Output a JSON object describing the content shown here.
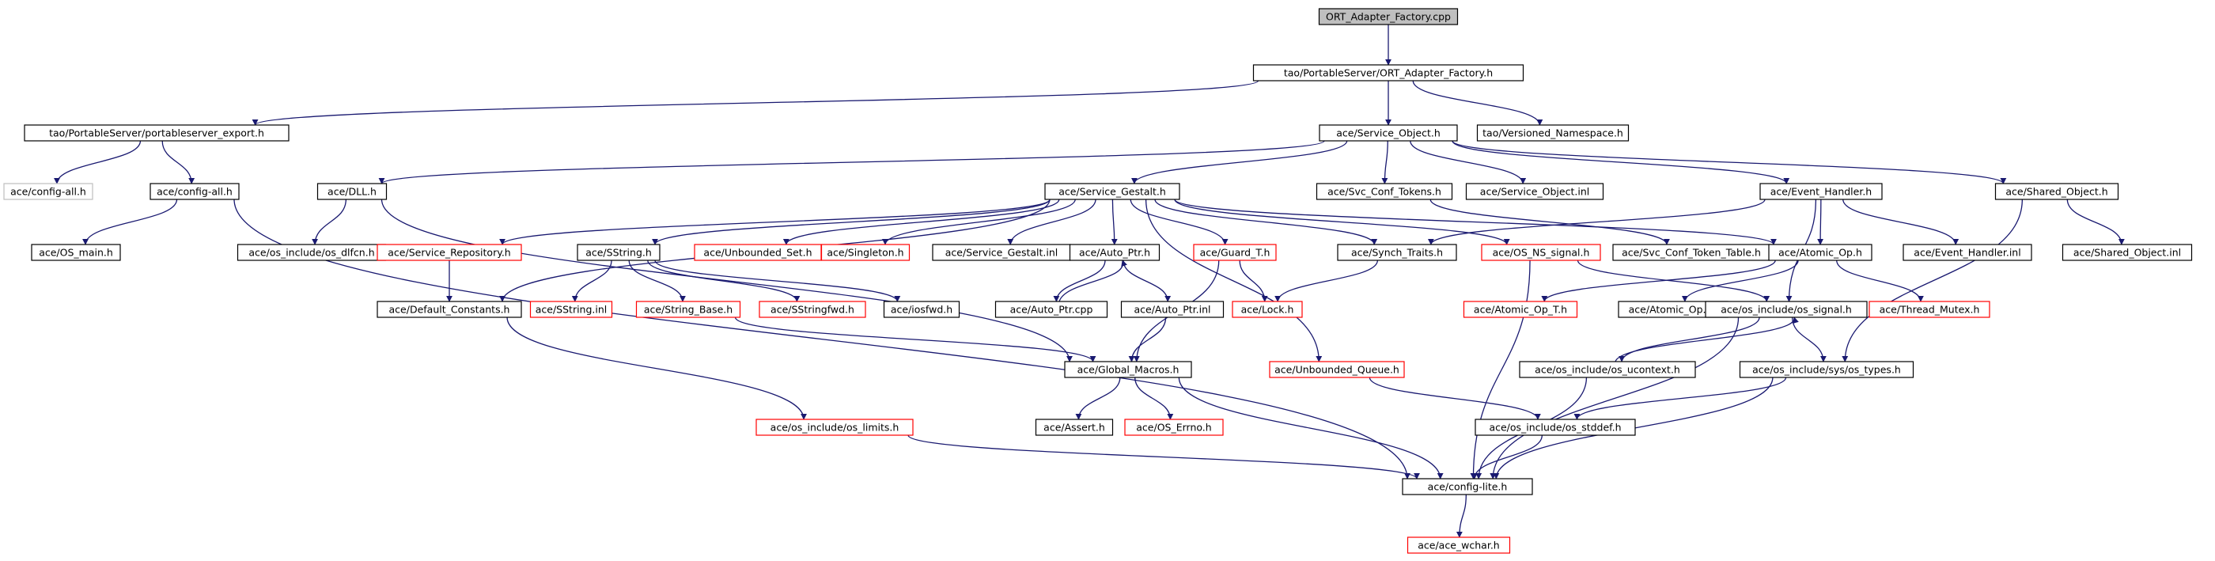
{
  "graph": {
    "nodes": [
      {
        "id": "root",
        "label": "ORT_Adapter_Factory.cpp",
        "style": "root"
      },
      {
        "id": "ortafh",
        "label": "tao/PortableServer/ORT_Adapter_Factory.h",
        "style": "normal"
      },
      {
        "id": "psexp",
        "label": "tao/PortableServer/portableserver_export.h",
        "style": "normal"
      },
      {
        "id": "tvns",
        "label": "tao/Versioned_Namespace.h",
        "style": "normal"
      },
      {
        "id": "svcobj",
        "label": "ace/Service_Object.h",
        "style": "normal"
      },
      {
        "id": "cfgall1",
        "label": "ace/config-all.h",
        "style": "missing"
      },
      {
        "id": "cfgall2",
        "label": "ace/config-all.h",
        "style": "normal"
      },
      {
        "id": "dll",
        "label": "ace/DLL.h",
        "style": "normal"
      },
      {
        "id": "svcgestalt",
        "label": "ace/Service_Gestalt.h",
        "style": "normal"
      },
      {
        "id": "svcconftok",
        "label": "ace/Svc_Conf_Tokens.h",
        "style": "normal"
      },
      {
        "id": "svcobjinl",
        "label": "ace/Service_Object.inl",
        "style": "normal"
      },
      {
        "id": "evh",
        "label": "ace/Event_Handler.h",
        "style": "normal"
      },
      {
        "id": "sharedobj",
        "label": "ace/Shared_Object.h",
        "style": "normal"
      },
      {
        "id": "osmain",
        "label": "ace/OS_main.h",
        "style": "normal"
      },
      {
        "id": "osdlfcn",
        "label": "ace/os_include/os_dlfcn.h",
        "style": "normal"
      },
      {
        "id": "svcrepo",
        "label": "ace/Service_Repository.h",
        "style": "truncated"
      },
      {
        "id": "sstring",
        "label": "ace/SString.h",
        "style": "normal"
      },
      {
        "id": "unbset",
        "label": "ace/Unbounded_Set.h",
        "style": "truncated"
      },
      {
        "id": "singleton",
        "label": "ace/Singleton.h",
        "style": "truncated"
      },
      {
        "id": "sginl",
        "label": "ace/Service_Gestalt.inl",
        "style": "normal"
      },
      {
        "id": "autoptr",
        "label": "ace/Auto_Ptr.h",
        "style": "normal"
      },
      {
        "id": "guardt",
        "label": "ace/Guard_T.h",
        "style": "truncated"
      },
      {
        "id": "synchtraits",
        "label": "ace/Synch_Traits.h",
        "style": "normal"
      },
      {
        "id": "osnssig",
        "label": "ace/OS_NS_signal.h",
        "style": "truncated"
      },
      {
        "id": "svcconftoktab",
        "label": "ace/Svc_Conf_Token_Table.h",
        "style": "normal"
      },
      {
        "id": "atomicop",
        "label": "ace/Atomic_Op.h",
        "style": "normal"
      },
      {
        "id": "evhinl",
        "label": "ace/Event_Handler.inl",
        "style": "normal"
      },
      {
        "id": "sharedobjinl",
        "label": "ace/Shared_Object.inl",
        "style": "normal"
      },
      {
        "id": "defconst",
        "label": "ace/Default_Constants.h",
        "style": "normal"
      },
      {
        "id": "sstringinl",
        "label": "ace/SString.inl",
        "style": "truncated"
      },
      {
        "id": "stringbase",
        "label": "ace/String_Base.h",
        "style": "truncated"
      },
      {
        "id": "sstringfwd",
        "label": "ace/SStringfwd.h",
        "style": "truncated"
      },
      {
        "id": "iosfwd",
        "label": "ace/iosfwd.h",
        "style": "normal"
      },
      {
        "id": "autoptrcpp",
        "label": "ace/Auto_Ptr.cpp",
        "style": "normal"
      },
      {
        "id": "autoptrinl",
        "label": "ace/Auto_Ptr.inl",
        "style": "normal"
      },
      {
        "id": "lock",
        "label": "ace/Lock.h",
        "style": "truncated"
      },
      {
        "id": "atomicopt",
        "label": "ace/Atomic_Op_T.h",
        "style": "truncated"
      },
      {
        "id": "atomicopinl",
        "label": "ace/Atomic_Op.inl",
        "style": "normal"
      },
      {
        "id": "ossignal",
        "label": "ace/os_include/os_signal.h",
        "style": "normal"
      },
      {
        "id": "thrmutex",
        "label": "ace/Thread_Mutex.h",
        "style": "truncated"
      },
      {
        "id": "globalmacros",
        "label": "ace/Global_Macros.h",
        "style": "normal"
      },
      {
        "id": "unbqueue",
        "label": "ace/Unbounded_Queue.h",
        "style": "truncated"
      },
      {
        "id": "osucontext",
        "label": "ace/os_include/os_ucontext.h",
        "style": "normal"
      },
      {
        "id": "ossystypes",
        "label": "ace/os_include/sys/os_types.h",
        "style": "normal"
      },
      {
        "id": "oslimits",
        "label": "ace/os_include/os_limits.h",
        "style": "truncated"
      },
      {
        "id": "assert",
        "label": "ace/Assert.h",
        "style": "normal"
      },
      {
        "id": "oserrno",
        "label": "ace/OS_Errno.h",
        "style": "truncated"
      },
      {
        "id": "osstddef",
        "label": "ace/os_include/os_stddef.h",
        "style": "normal"
      },
      {
        "id": "cfglite",
        "label": "ace/config-lite.h",
        "style": "normal"
      },
      {
        "id": "acewchar",
        "label": "ace/ace_wchar.h",
        "style": "truncated"
      }
    ],
    "edges": [
      [
        "root",
        "ortafh"
      ],
      [
        "ortafh",
        "psexp"
      ],
      [
        "ortafh",
        "svcobj"
      ],
      [
        "ortafh",
        "tvns"
      ],
      [
        "psexp",
        "cfgall1"
      ],
      [
        "psexp",
        "cfgall2"
      ],
      [
        "cfgall2",
        "osmain"
      ],
      [
        "cfgall2",
        "cfglite"
      ],
      [
        "svcobj",
        "dll"
      ],
      [
        "svcobj",
        "svcgestalt"
      ],
      [
        "svcobj",
        "svcconftok"
      ],
      [
        "svcobj",
        "svcobjinl"
      ],
      [
        "svcobj",
        "evh"
      ],
      [
        "svcobj",
        "sharedobj"
      ],
      [
        "dll",
        "osdlfcn"
      ],
      [
        "dll",
        "globalmacros"
      ],
      [
        "svcgestalt",
        "svcrepo"
      ],
      [
        "svcgestalt",
        "sstring"
      ],
      [
        "svcgestalt",
        "unbset"
      ],
      [
        "svcgestalt",
        "singleton"
      ],
      [
        "svcgestalt",
        "sginl"
      ],
      [
        "svcgestalt",
        "autoptr"
      ],
      [
        "svcgestalt",
        "guardt"
      ],
      [
        "svcgestalt",
        "synchtraits"
      ],
      [
        "svcgestalt",
        "osnssig"
      ],
      [
        "svcgestalt",
        "atomicop"
      ],
      [
        "svcgestalt",
        "defconst"
      ],
      [
        "svcgestalt",
        "unbqueue"
      ],
      [
        "svcconftok",
        "svcconftoktab"
      ],
      [
        "evh",
        "synchtraits"
      ],
      [
        "evh",
        "atomicop"
      ],
      [
        "evh",
        "evhinl"
      ],
      [
        "evh",
        "ossignal"
      ],
      [
        "sharedobj",
        "sharedobjinl"
      ],
      [
        "sharedobj",
        "ossystypes"
      ],
      [
        "svcrepo",
        "defconst"
      ],
      [
        "sstring",
        "sstringinl"
      ],
      [
        "sstring",
        "stringbase"
      ],
      [
        "sstring",
        "sstringfwd"
      ],
      [
        "sstring",
        "iosfwd"
      ],
      [
        "autoptr",
        "autoptrcpp"
      ],
      [
        "autoptr",
        "autoptrinl"
      ],
      [
        "autoptrcpp",
        "autoptr"
      ],
      [
        "autoptrinl",
        "globalmacros"
      ],
      [
        "guardt",
        "lock"
      ],
      [
        "guardt",
        "globalmacros"
      ],
      [
        "synchtraits",
        "lock"
      ],
      [
        "osnssig",
        "ossignal"
      ],
      [
        "osnssig",
        "cfglite"
      ],
      [
        "atomicop",
        "atomicopt"
      ],
      [
        "atomicop",
        "atomicopinl"
      ],
      [
        "atomicop",
        "thrmutex"
      ],
      [
        "defconst",
        "oslimits"
      ],
      [
        "stringbase",
        "globalmacros"
      ],
      [
        "ossignal",
        "osucontext"
      ],
      [
        "ossignal",
        "ossystypes"
      ],
      [
        "ossignal",
        "cfglite"
      ],
      [
        "osucontext",
        "ossignal"
      ],
      [
        "osucontext",
        "cfglite"
      ],
      [
        "ossystypes",
        "osstddef"
      ],
      [
        "ossystypes",
        "cfglite"
      ],
      [
        "globalmacros",
        "assert"
      ],
      [
        "globalmacros",
        "oserrno"
      ],
      [
        "globalmacros",
        "cfglite"
      ],
      [
        "unbqueue",
        "osstddef"
      ],
      [
        "oslimits",
        "cfglite"
      ],
      [
        "osstddef",
        "cfglite"
      ],
      [
        "cfglite",
        "acewchar"
      ]
    ]
  },
  "colors": {
    "edge": "#191970",
    "normal_border": "#000000",
    "truncated_border": "#ff0000",
    "missing_border": "#bfbfbf",
    "missing_text": "#808080",
    "root_fill": "#bfbfbf"
  }
}
